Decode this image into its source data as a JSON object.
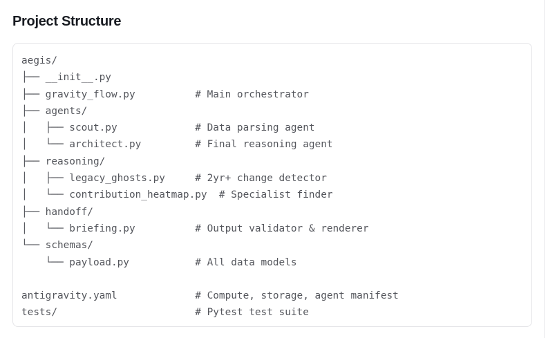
{
  "page": {
    "title": "Project Structure"
  },
  "code_block": {
    "lines": [
      "aegis/",
      "├── __init__.py",
      "├── gravity_flow.py          # Main orchestrator",
      "├── agents/",
      "│   ├── scout.py             # Data parsing agent",
      "│   └── architect.py         # Final reasoning agent",
      "├── reasoning/",
      "│   ├── legacy_ghosts.py     # 2yr+ change detector",
      "│   └── contribution_heatmap.py  # Specialist finder",
      "├── handoff/",
      "│   └── briefing.py          # Output validator & renderer",
      "└── schemas/",
      "    └── payload.py           # All data models",
      "",
      "antigravity.yaml             # Compute, storage, agent manifest",
      "tests/                       # Pytest test suite"
    ]
  },
  "colors": {
    "title_text": "#191c22",
    "code_text": "#54565c",
    "box_border": "#e5e5e8",
    "page_background": "#ffffff",
    "page_edge_divider": "#e9e9ec"
  }
}
